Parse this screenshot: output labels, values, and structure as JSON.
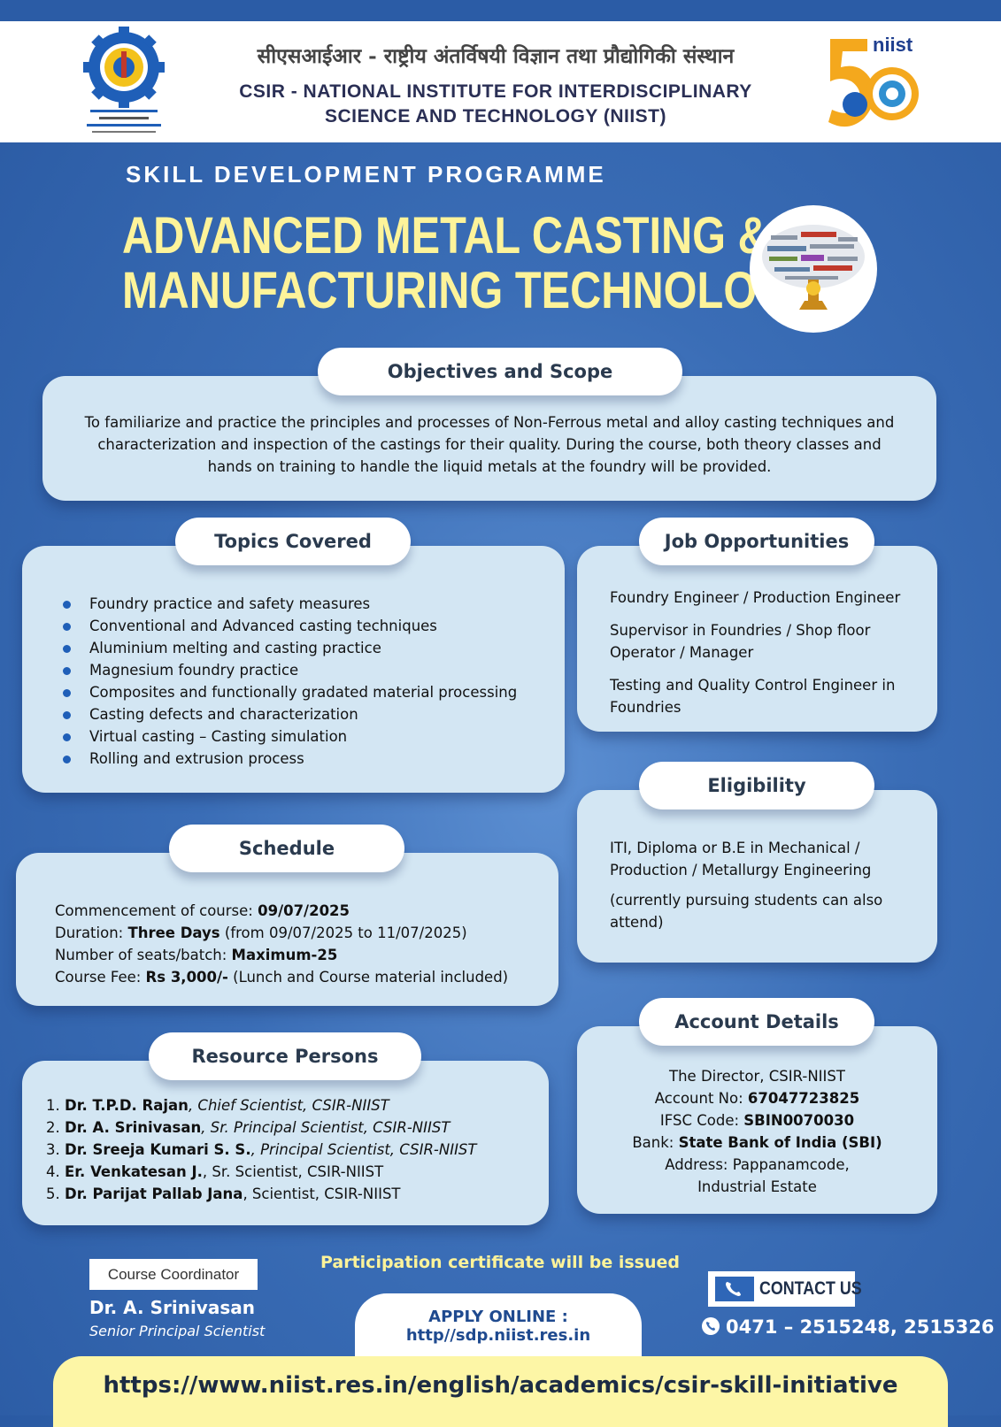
{
  "header": {
    "hindi": "सीएसआईआर - राष्ट्रीय अंतर्विषयी विज्ञान तथा प्रौद्योगिकी संस्थान",
    "line1": "CSIR - NATIONAL INSTITUTE FOR INTERDISCIPLINARY",
    "line2": "SCIENCE AND TECHNOLOGY (NIIST)"
  },
  "programme": "SKILL DEVELOPMENT PROGRAMME",
  "title": {
    "line1": "ADVANCED METAL CASTING &",
    "line2": "MANUFACTURING TECHNOLOGIES"
  },
  "objectives": {
    "heading": "Objectives and Scope",
    "text": "To familiarize and practice the principles and processes of Non-Ferrous metal and alloy casting techniques and characterization and inspection of the castings for their quality. During the course, both theory classes and hands on training to handle the liquid metals at the foundry will be provided."
  },
  "topics": {
    "heading": "Topics Covered",
    "items": [
      "Foundry practice and safety measures",
      "Conventional and Advanced casting techniques",
      "Aluminium melting and casting practice",
      "Magnesium foundry practice",
      "Composites and functionally gradated material processing",
      "Casting defects and characterization",
      "Virtual casting – Casting simulation",
      "Rolling and extrusion process"
    ]
  },
  "jobs": {
    "heading": "Job Opportunities",
    "items": [
      "Foundry Engineer / Production Engineer",
      "Supervisor in Foundries / Shop floor Operator / Manager",
      "Testing and Quality Control Engineer in Foundries"
    ]
  },
  "eligibility": {
    "heading": "Eligibility",
    "text1": "ITI, Diploma or B.E in Mechanical / Production / Metallurgy Engineering",
    "text2": "(currently pursuing students can also attend)"
  },
  "schedule": {
    "heading": "Schedule",
    "commence_label": "Commencement of course: ",
    "commence_value": "09/07/2025",
    "duration_label": "Duration: ",
    "duration_value": "Three Days",
    "duration_rest": " (from 09/07/2025 to 11/07/2025)",
    "seats_label": "Number of seats/batch: ",
    "seats_value": "Maximum-25",
    "fee_label": "Course Fee: ",
    "fee_value": "Rs 3,000/-",
    "fee_rest": " (Lunch and Course material included)"
  },
  "resource": {
    "heading": "Resource Persons",
    "persons": [
      {
        "num": "1. ",
        "name": "Dr. T.P.D. Rajan",
        "role": ", Chief Scientist, CSIR-NIIST"
      },
      {
        "num": "2. ",
        "name": "Dr. A. Srinivasan",
        "role": ", Sr. Principal Scientist, CSIR-NIIST"
      },
      {
        "num": "3. ",
        "name": "Dr. Sreeja Kumari S. S.",
        "role": ", Principal Scientist, CSIR-NIIST"
      },
      {
        "num": "4. ",
        "name": "Er. Venkatesan J.",
        "role": ", Sr. Scientist, CSIR-NIIST"
      },
      {
        "num": "5. ",
        "name": "Dr. Parijat Pallab Jana",
        "role": ", Scientist, CSIR-NIIST"
      }
    ]
  },
  "account": {
    "heading": "Account Details",
    "payee": "The Director, CSIR-NIIST",
    "acc_label": "Account No: ",
    "acc_value": "67047723825",
    "ifsc_label": "IFSC Code: ",
    "ifsc_value": "SBIN0070030",
    "bank_label": "Bank: ",
    "bank_value": "State Bank of India (SBI)",
    "address1": "Address: Pappanamcode,",
    "address2": "Industrial Estate"
  },
  "coordinator": {
    "label": "Course Coordinator",
    "name": "Dr. A. Srinivasan",
    "role": "Senior Principal Scientist"
  },
  "certificate": "Participation certificate will be issued",
  "apply": {
    "label": "APPLY ONLINE :",
    "url": "http//sdp.niist.res.in"
  },
  "contact": {
    "label": "CONTACT US",
    "phone": "0471 – 2515248, 2515326"
  },
  "footer_url": "https://www.niist.res.in/english/academics/csir-skill-initiative",
  "colors": {
    "accent_yellow": "#fdf39a",
    "card_bg": "#d3e6f3",
    "bg_blue": "#3a6db6"
  },
  "icons": [
    "csir-logo-icon",
    "niist-50-logo-icon",
    "tree-word-cloud-icon",
    "phone-icon",
    "whatsapp-phone-icon"
  ]
}
